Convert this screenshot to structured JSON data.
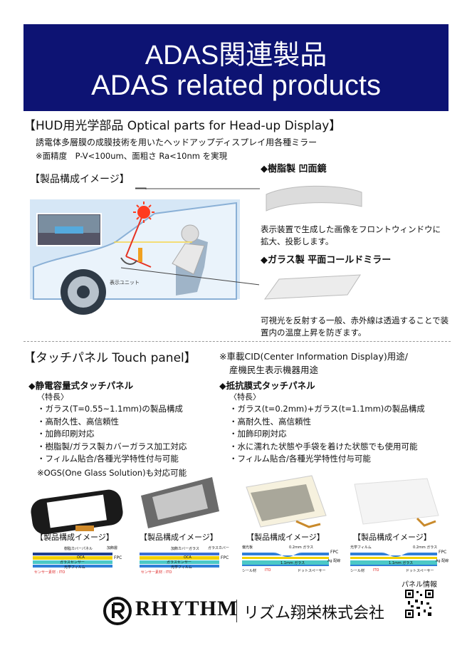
{
  "banner": {
    "title_jp": "ADAS関連製品",
    "title_en": "ADAS related products"
  },
  "hud": {
    "heading": "【HUD用光学部品 Optical parts for Head-up Display】",
    "desc": "誘電体多層膜の成膜技術を用いたヘッドアップディスプレイ用各種ミラー",
    "spec": "※面精度　P-V<100um、面粗さ Ra<10nm を実現",
    "diagram_label": "【製品構成イメージ】",
    "display_unit_label": "表示ユニット",
    "mirror1_title": "◆樹脂製 凹面鏡",
    "mirror1_desc": "表示装置で生成した画像をフロントウィンドウに拡大、投影します。",
    "mirror2_title": "◆ガラス製 平面コールドミラー",
    "mirror2_desc": "可視光を反射する一般、赤外線は透過することで装置内の温度上昇を防ぎます。"
  },
  "touch": {
    "heading": "【タッチパネル Touch panel】",
    "usage_line1": "※車載CID(Center Information Display)用途/",
    "usage_line2": "産機民生表示機器用途",
    "cap": {
      "title": "◆静電容量式タッチパネル",
      "features_label": "〈特長〉",
      "features": [
        "・ガラス(T=0.55~1.1mm)の製品構成",
        "・高耐久性、高信頼性",
        "・加飾印刷対応",
        "・樹脂製/ガラス製カバーガラス加工対応",
        "・フィルム貼合/各種光学特性付与可能"
      ],
      "note": "※OGS(One Glass Solution)も対応可能"
    },
    "res": {
      "title": "◆抵抗膜式タッチパネル",
      "features_label": "〈特長〉",
      "features": [
        "・ガラス(t=0.2mm)+ガラス(t=1.1mm)の製品構成",
        "・高耐久性、高信頼性",
        "・加飾印刷対応",
        "・水に濡れた状態や手袋を着けた状態でも使用可能",
        "・フィルム貼合/各種光学特性付与可能"
      ]
    },
    "image_labels": [
      "【製品構成イメージ】",
      "【製品構成イメージ】",
      "【製品構成イメージ】",
      "【製品構成イメージ】"
    ],
    "diag1": {
      "top": "樹脂カバーパネル",
      "oca": "OCA",
      "sensor": "ガラスセンサー",
      "film": "光学フィルム",
      "bottom": "センサー素材 : ITO",
      "right1": "加飾層",
      "fpc": "FPC"
    },
    "diag2": {
      "top": "加飾カバーガラス",
      "oca": "OCA",
      "sensor": "ガラスセンサー",
      "film": "光学フィルム",
      "bottom": "センサー素材 : ITO",
      "right1": "ガラスカバー",
      "fpc": "FPC"
    },
    "diag3": {
      "top": "偏光板",
      "glass1": "0.2mm ガラス",
      "glass2": "1.1mm ガラス",
      "seal": "シール材",
      "ito": "ITO",
      "dot": "ドットスペーサー",
      "fpc": "FPC",
      "ag": "Ag 配線"
    },
    "diag4": {
      "top": "光学フィルム",
      "glass1": "0.2mm ガラス",
      "glass2": "1.1mm ガラス",
      "seal": "シール材",
      "ito": "ITO",
      "dot": "ドットスペーサー",
      "fpc": "FPC",
      "ag": "Ag 配線"
    }
  },
  "footer": {
    "brand": "RHYTHM",
    "company": "リズム翔栄株式会社",
    "panel_info": "パネル情報"
  },
  "colors": {
    "banner": "#0d1373",
    "sun": "#ff3b1f",
    "ray": "#e63222",
    "layer_blue": "#4a7fd9",
    "layer_teal": "#4cc9c6"
  }
}
